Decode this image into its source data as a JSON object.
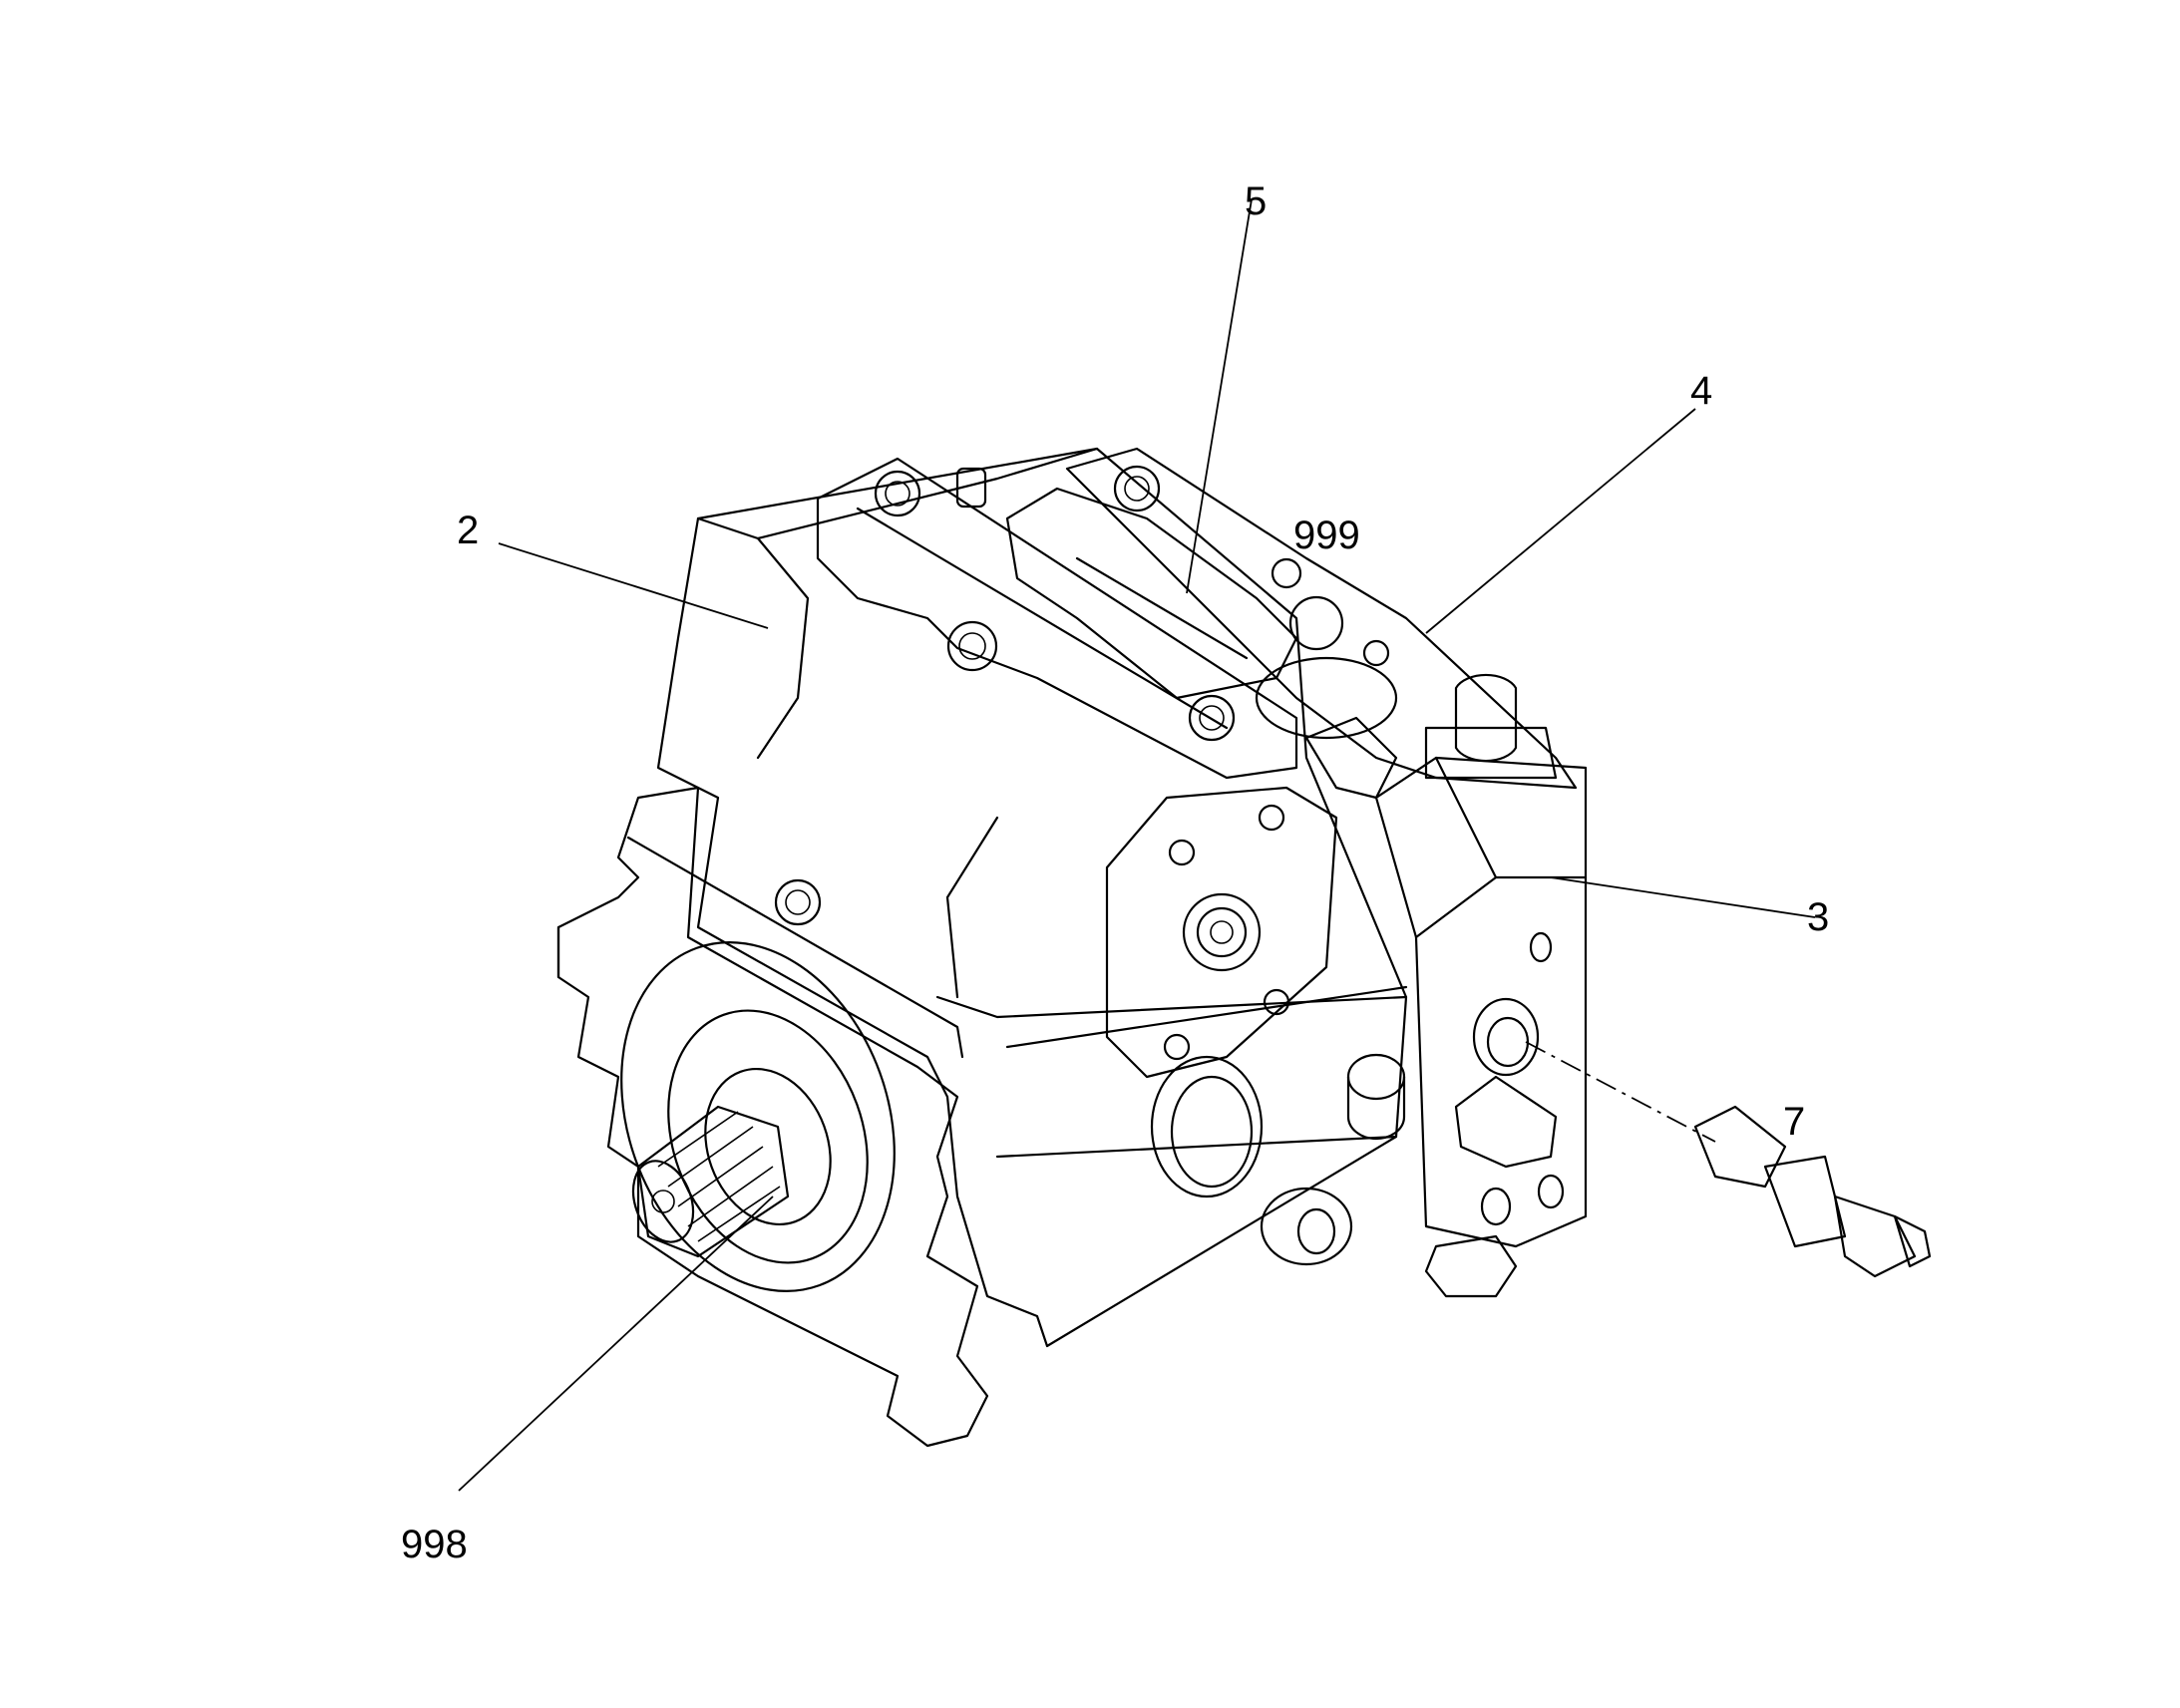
{
  "callouts": {
    "item_2": "2",
    "item_3": "3",
    "item_4": "4",
    "item_5": "5",
    "item_7": "7",
    "item_998": "998",
    "item_999": "999"
  },
  "colors": {
    "line": "#000000",
    "background": "#ffffff"
  }
}
